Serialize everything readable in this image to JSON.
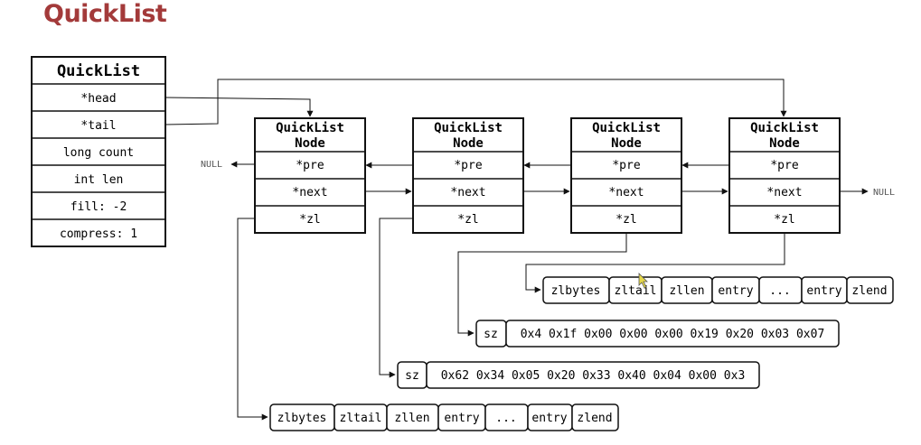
{
  "page": {
    "title": "QuickList"
  },
  "quicklist": {
    "header": "QuickList",
    "fields": [
      "*head",
      "*tail",
      "long count",
      "int len",
      "fill: -2",
      "compress: 1"
    ]
  },
  "node": {
    "title_line1": "QuickList",
    "title_line2": "Node",
    "fields": [
      "*pre",
      "*next",
      "*zl"
    ]
  },
  "null_label": "NULL",
  "ziplist_cells": [
    "zlbytes",
    "zltail",
    "zllen",
    "entry",
    "...",
    "entry",
    "zlend"
  ],
  "compressed_1": {
    "sz": "sz",
    "bytes": "0x62 0x34 0x05 0x20 0x33 0x40 0x04 0x00 0x3"
  },
  "compressed_2": {
    "sz": "sz",
    "bytes": "0x4 0x1f 0x00 0x00 0x00 0x19 0x20 0x03 0x07"
  }
}
